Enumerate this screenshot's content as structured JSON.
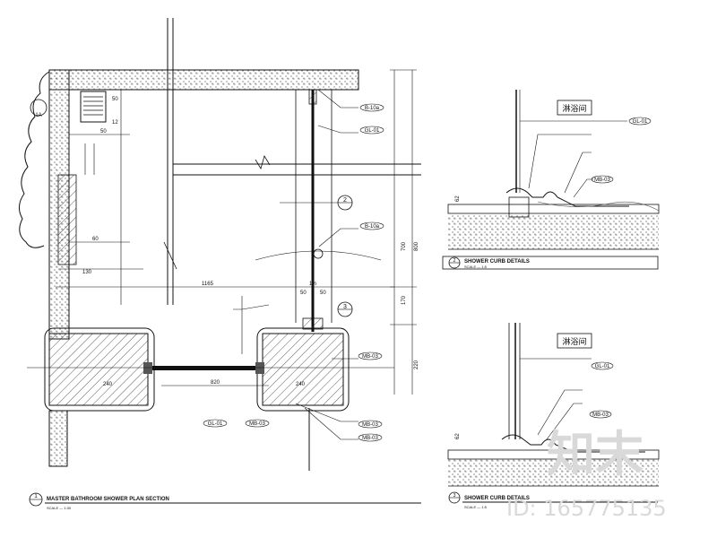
{
  "plan": {
    "title": "MASTER BATHROOM SHOWER PLAN SECTION",
    "number": "1",
    "scale": "SCALE — 1:30",
    "marker_top_left": "1A",
    "dims": [
      "50",
      "12",
      "50",
      "60",
      "130",
      "1165",
      "1½",
      "50",
      "50",
      "700",
      "800",
      "170",
      "220",
      "240",
      "820",
      "240"
    ],
    "tags": [
      "B-10a",
      "GL-01",
      "B-10a",
      "GL-01",
      "MB-03",
      "MB-03",
      "MB-03",
      "MB-03"
    ],
    "section_markers": [
      "2",
      "3"
    ]
  },
  "detail2": {
    "title": "SHOWER CURB DETAILS",
    "number": "2",
    "scale": "SCALE — 1:5",
    "label_cn": "淋浴间",
    "tags": [
      "GL-01",
      "MB-03"
    ],
    "dim": "62"
  },
  "detail3": {
    "title": "SHOWER CURB DETAILS",
    "number": "3",
    "scale": "SCALE — 1:5",
    "label_cn": "淋浴间",
    "tags": [
      "GL-01",
      "MB-03"
    ],
    "dim": "62"
  },
  "watermark": {
    "logo": "知末",
    "id": "ID: 165775135"
  },
  "colors": {
    "line": "#111111",
    "hatch": "#555555",
    "watermark": "#d9d9d9"
  }
}
